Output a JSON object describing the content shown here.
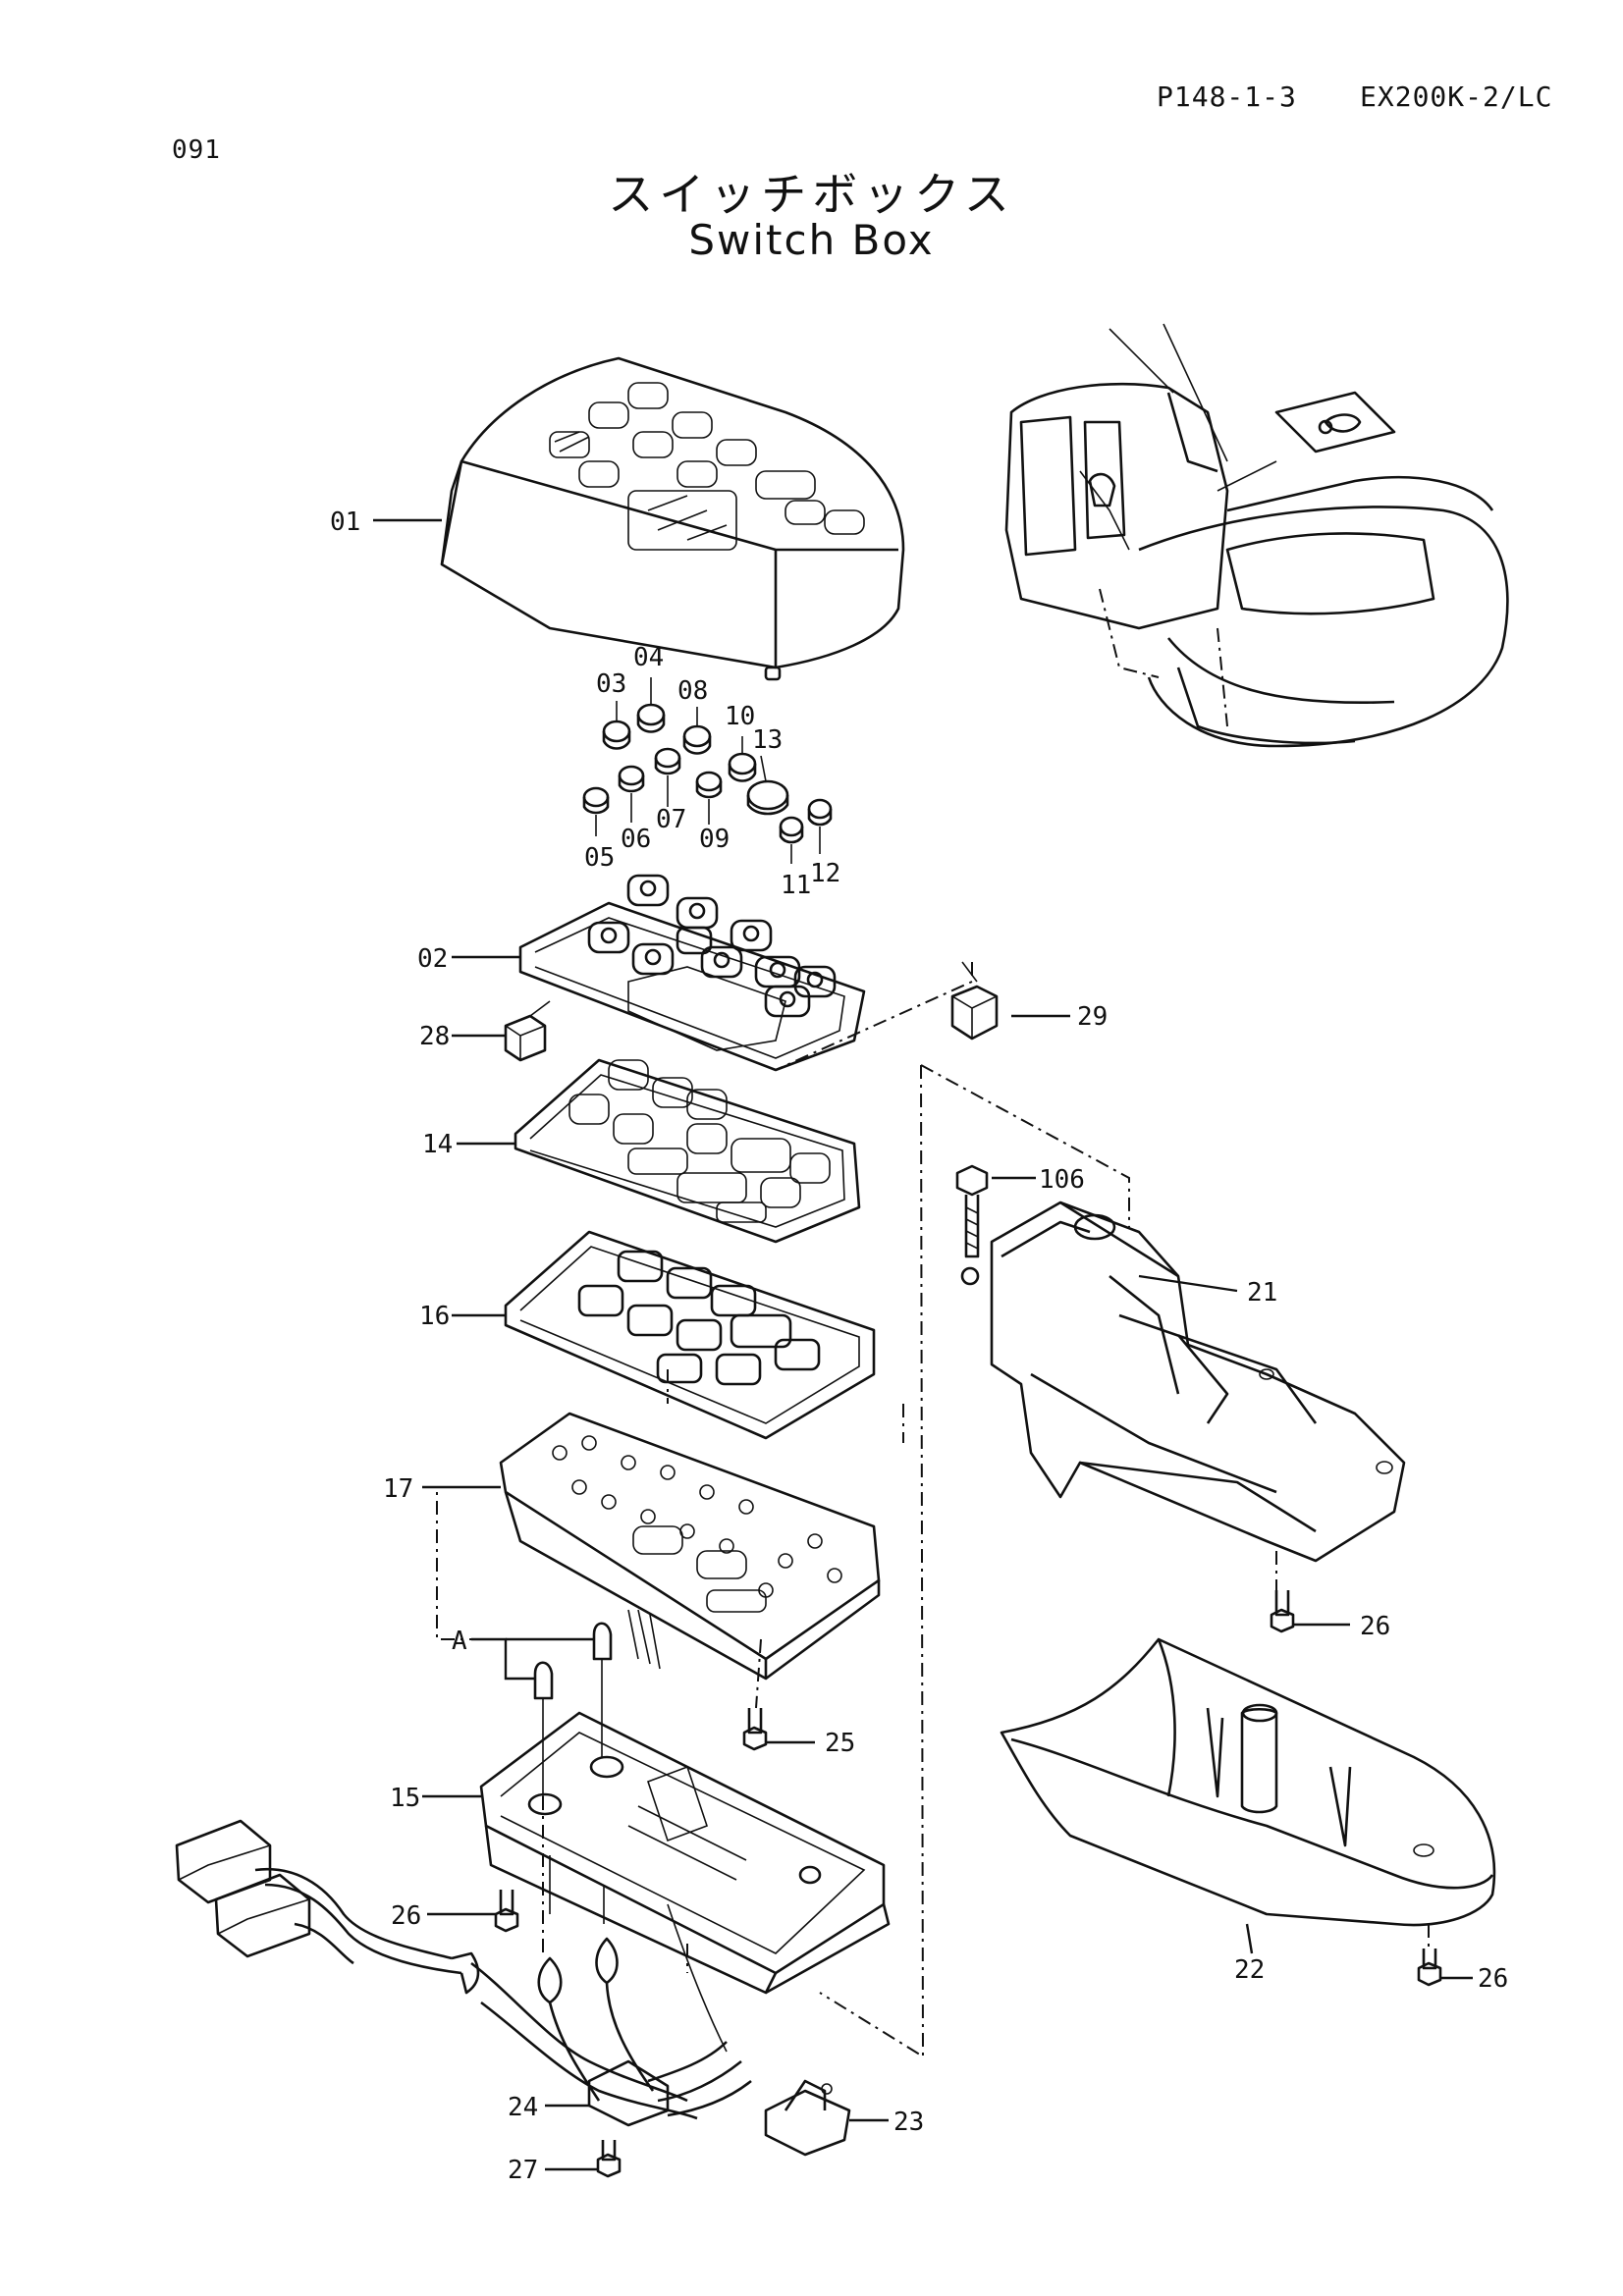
{
  "header": {
    "page_ref": "P148-1-3",
    "model": "EX200K-2/LC",
    "page_number": "091"
  },
  "title": {
    "japanese": "スイッチボックス",
    "english": "Switch Box"
  },
  "callouts": {
    "c01": "01",
    "c02": "02",
    "c03": "03",
    "c04": "04",
    "c05": "05",
    "c06": "06",
    "c07": "07",
    "c08": "08",
    "c09": "09",
    "c10": "10",
    "c11": "11",
    "c12": "12",
    "c13": "13",
    "c14": "14",
    "c15": "15",
    "c16": "16",
    "c17": "17",
    "c21": "21",
    "c22": "22",
    "c23": "23",
    "c24": "24",
    "c25": "25",
    "c26a": "26",
    "c26b": "26",
    "c26c": "26",
    "c27": "27",
    "c28": "28",
    "c29": "29",
    "c106": "106",
    "cA": "A"
  }
}
